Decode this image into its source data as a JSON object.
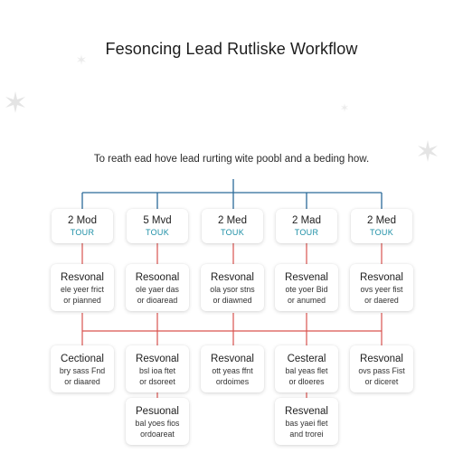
{
  "title": "Fesoncing Lead Rutliske Workflow",
  "subtitle": "To reath ead hove lead rurting wite poobl and a beding how.",
  "colors": {
    "top_connector": "#2b6a99",
    "mid_connector": "#d9534f",
    "red_branch": "#d9534f",
    "tag_text": "#1d8fa6"
  },
  "icons": [
    "sparkle-icon"
  ],
  "row_heads": [
    {
      "num": "2 Mod",
      "tag": "TOUR"
    },
    {
      "num": "5 Mvd",
      "tag": "TOUK"
    },
    {
      "num": "2 Med",
      "tag": "TOUK"
    },
    {
      "num": "2 Mad",
      "tag": "TOUR"
    },
    {
      "num": "2 Med",
      "tag": "TOUK"
    }
  ],
  "row_mid": [
    {
      "name": "Resvonal",
      "line1": "ele yeer frict",
      "line2": "or pianned"
    },
    {
      "name": "Resoonal",
      "line1": "ole yaer das",
      "line2": "or dioaread"
    },
    {
      "name": "Resvonal",
      "line1": "ola ysor stns",
      "line2": "or diawned"
    },
    {
      "name": "Resvenal",
      "line1": "ote yoer Bid",
      "line2": "or anumed"
    },
    {
      "name": "Resvonal",
      "line1": "ovs yeer fist",
      "line2": "or daered"
    }
  ],
  "row_low": [
    {
      "name": "Cectional",
      "line1": "bry sass Fnd",
      "line2": "or diaared"
    },
    {
      "name": "Resvonal",
      "line1": "bsl ioa ftet",
      "line2": "or dsoreet"
    },
    {
      "name": "Resvonal",
      "line1": "ott yeas ffnt",
      "line2": "ordoimes"
    },
    {
      "name": "Cesteral",
      "line1": "bal yeas flet",
      "line2": "or dloeres"
    },
    {
      "name": "Resvonal",
      "line1": "ovs pass Fist",
      "line2": "or diceret"
    }
  ],
  "row_extra": [
    {
      "name": "Pesuonal",
      "line1": "bal yoes fios",
      "line2": "ordoareat"
    },
    {
      "name": "Resvenal",
      "line1": "bas yaei flet",
      "line2": "and trorei"
    }
  ]
}
